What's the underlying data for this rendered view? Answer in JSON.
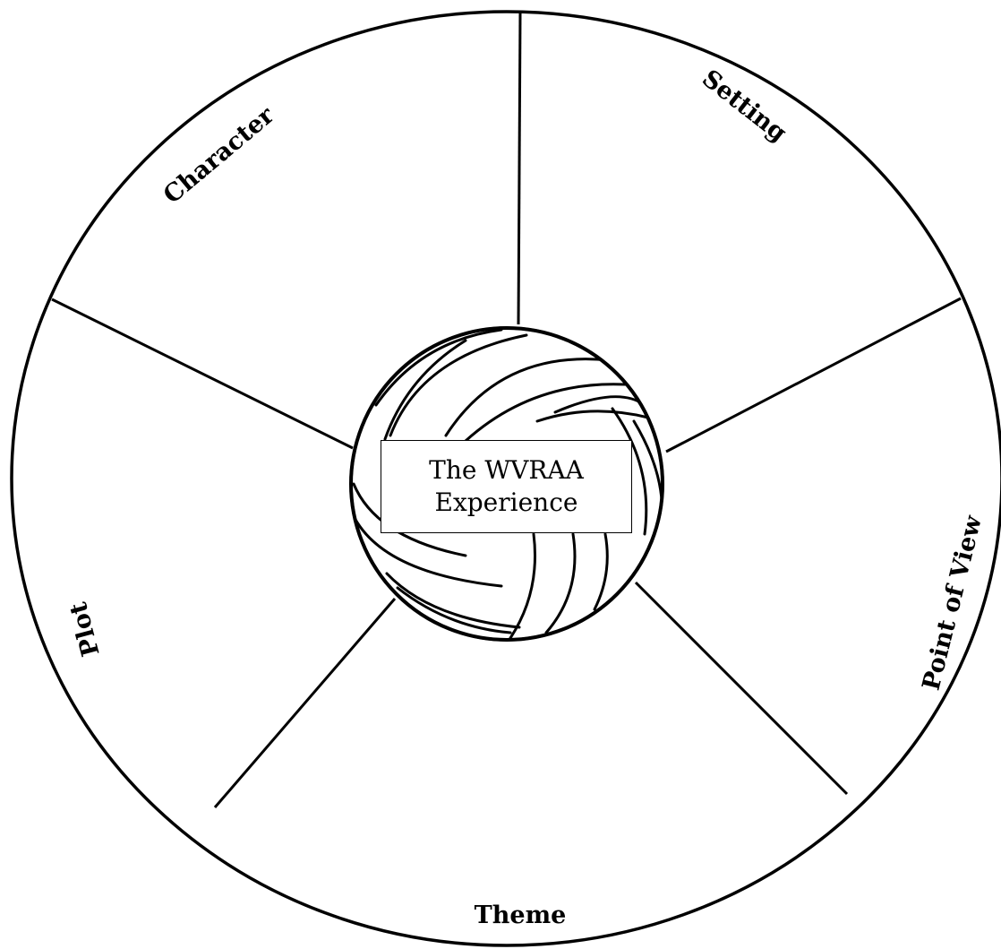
{
  "diagram": {
    "segments": [
      {
        "id": "character",
        "label": "Character"
      },
      {
        "id": "setting",
        "label": "Setting"
      },
      {
        "id": "point-of-view",
        "label": "Point of View"
      },
      {
        "id": "theme",
        "label": "Theme"
      },
      {
        "id": "plot",
        "label": "Plot"
      }
    ],
    "center": {
      "line1": "The WVRAA",
      "line2": "Experience",
      "icon": "volleyball-icon"
    },
    "colors": {
      "stroke": "#000000",
      "background": "#ffffff"
    }
  }
}
